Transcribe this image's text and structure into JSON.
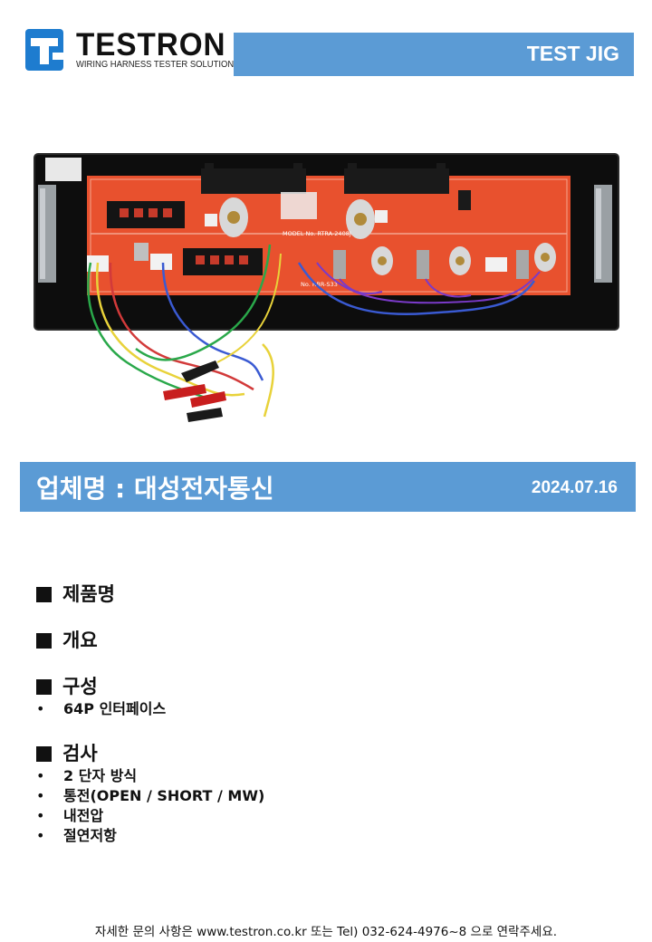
{
  "logo": {
    "name": "TESTRON",
    "tagline": "WIRING HARNESS TESTER SOLUTIONS",
    "brand_color": "#1e7ccf"
  },
  "header": {
    "title": "TEST JIG",
    "bar_color": "#5b9bd5"
  },
  "photo": {
    "board_texts": [
      "MODEL No. RTRA-2408J",
      "No. RBR-S33"
    ]
  },
  "company": {
    "label": "업체명 : 대성전자통신",
    "date": "2024.07.16"
  },
  "sections": [
    {
      "title": "제품명",
      "items": []
    },
    {
      "title": "개요",
      "items": []
    },
    {
      "title": "구성",
      "items": [
        "64P 인터페이스"
      ]
    },
    {
      "title": "검사",
      "items": [
        "2 단자 방식",
        "통전(OPEN / SHORT / MW)",
        "내전압",
        "절연저항"
      ]
    }
  ],
  "footer": {
    "text": "자세한 문의 사항은 www.testron.co.kr 또는 Tel) 032-624-4976~8 으로 연락주세요."
  }
}
